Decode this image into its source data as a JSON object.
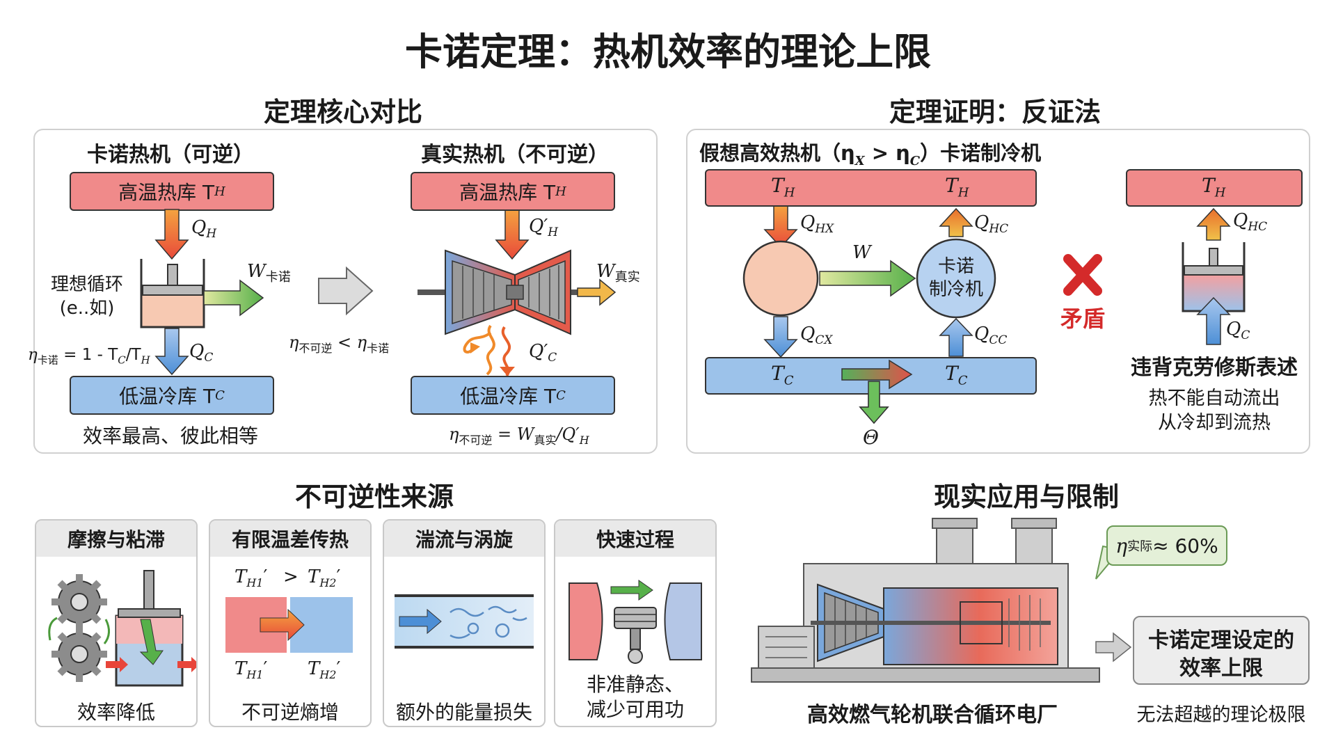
{
  "title": "卡诺定理：热机效率的理论上限",
  "sections": {
    "core": "定理核心对比",
    "proof": "定理证明：反证法",
    "irreversible": "不可逆性来源",
    "application": "现实应用与限制"
  },
  "carnot": {
    "heading": "卡诺热机（可逆）",
    "hot_res": "高温热库 T",
    "hot_sub": "H",
    "cold_res": "低温冷库 T",
    "cold_sub": "C",
    "qh": "Q",
    "qh_sub": "H",
    "qc": "Q",
    "qc_sub": "C",
    "w": "W",
    "w_sub": "卡诺",
    "cycle_line1": "理想循环",
    "cycle_line2": "(e..如)",
    "eff_eta": "η",
    "eff_sub": "卡诺",
    "eff_rest": " = 1 - T",
    "eff_tc_sub": "C",
    "eff_slash": "/T",
    "eff_th_sub": "H",
    "caption": "效率最高、彼此相等"
  },
  "compare": {
    "eta1": "η",
    "sub1": "不可逆",
    "lt": " < η",
    "sub2": "卡诺"
  },
  "real": {
    "heading": "真实热机（不可逆）",
    "hot_res": "高温热库 T",
    "hot_sub": "H",
    "cold_res": "低温冷库 T",
    "cold_sub": "C",
    "qh": "Q′",
    "qh_sub": "H",
    "qc": "Q′",
    "qc_sub": "C",
    "w": "W",
    "w_sub": "真实",
    "eff_eta": "η",
    "eff_sub": "不可逆",
    "eff_mid": " = W",
    "eff_w_sub": "真实",
    "eff_slash": "/Q′",
    "eff_q_sub": "H"
  },
  "proof": {
    "heading": "假想高效热机（η",
    "heading_sub1": "X",
    "heading_gt": " > η",
    "heading_sub2": "C",
    "heading_end": "）卡诺制冷机",
    "th": "T",
    "th_sub": "H",
    "tc": "T",
    "tc_sub": "C",
    "qhx": "Q",
    "qhx_sub": "HX",
    "qhc": "Q",
    "qhc_sub": "HC",
    "qcx": "Q",
    "qcx_sub": "CX",
    "qcc": "Q",
    "qcc_sub": "CC",
    "w": "W",
    "fridge_line1": "卡诺",
    "fridge_line2": "制冷机",
    "theta": "Θ",
    "contradiction": "矛盾",
    "right_th": "T",
    "right_th_sub": "H",
    "right_qhc": "Q",
    "right_qhc_sub": "HC",
    "right_qc": "Q",
    "right_qc_sub": "C",
    "violation_title": "违背克劳修斯表述",
    "violation_line1": "热不能自动流出",
    "violation_line2": "从冷却到流热"
  },
  "sources": [
    {
      "title": "摩擦与粘滞",
      "caption1": "效率降低",
      "caption2": ""
    },
    {
      "title": "有限温差传热",
      "caption1": "不可逆熵增",
      "caption2": "",
      "t1": "T",
      "t1_sub": "H1",
      "t1_p": "′",
      "gt": ">",
      "t2": "T",
      "t2_sub": "H2",
      "t2_p": "′"
    },
    {
      "title": "湍流与涡旋",
      "caption1": "额外的能量损失",
      "caption2": ""
    },
    {
      "title": "快速过程",
      "caption1": "非准静态、",
      "caption2": "减少可用功"
    }
  ],
  "application": {
    "plant_caption": "高效燃气轮机联合循环电厂",
    "bubble_eta": "η",
    "bubble_sub": "实际",
    "bubble_val": " ≈ 60%",
    "limit_line1": "卡诺定理设定的",
    "limit_line2": "效率上限",
    "limit_caption": "无法超越的理论极限"
  },
  "colors": {
    "hot": "#f08a8a",
    "cold": "#9cc2ea",
    "contradiction": "#d42a2a",
    "panel_border": "#d0d0d0"
  }
}
